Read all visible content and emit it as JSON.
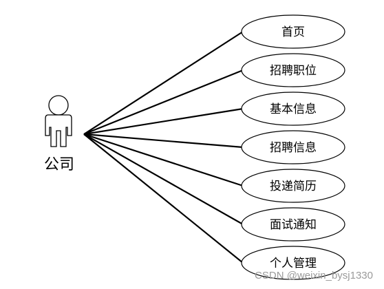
{
  "actor": {
    "name": "公司"
  },
  "use_cases": [
    {
      "label": "首页"
    },
    {
      "label": "招聘职位"
    },
    {
      "label": "基本信息"
    },
    {
      "label": "招聘信息"
    },
    {
      "label": "投递简历"
    },
    {
      "label": "面试通知"
    },
    {
      "label": "个人管理"
    }
  ],
  "watermark": {
    "text": "CSDN @weixin_bysj1330"
  },
  "colors": {
    "line": "#000000",
    "background": "#ffffff",
    "watermark": "#9a9a9a"
  }
}
